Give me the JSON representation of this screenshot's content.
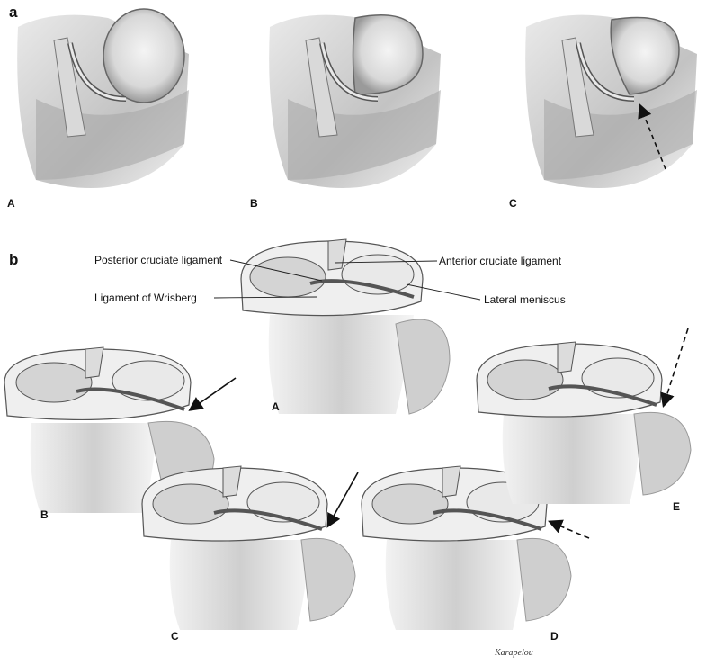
{
  "panel_a": {
    "label": "a",
    "subpanels": [
      "A",
      "B",
      "C"
    ]
  },
  "panel_b": {
    "label": "b",
    "subpanels": [
      "A",
      "B",
      "C",
      "D",
      "E"
    ],
    "labels": {
      "posterior_cruciate": "Posterior cruciate ligament",
      "anterior_cruciate": "Anterior cruciate ligament",
      "wrisberg": "Ligament of Wrisberg",
      "lateral_meniscus": "Lateral meniscus"
    }
  },
  "signature": "Karapelou"
}
